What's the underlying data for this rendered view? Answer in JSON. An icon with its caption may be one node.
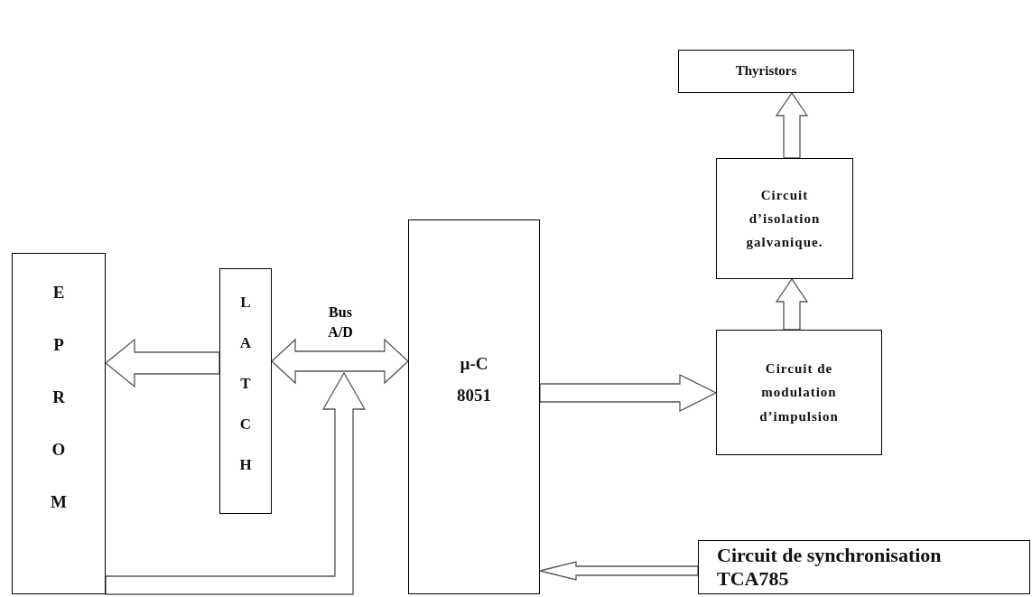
{
  "diagram": {
    "nodes": [
      {
        "text": [
          "EPROM"
        ]
      },
      {
        "text": [
          "LATCH"
        ]
      },
      {
        "text": [
          "µ-C 8051"
        ]
      },
      {
        "text": [
          "Thyristors"
        ]
      },
      {
        "text": [
          "Circuit d’isolation galvanique."
        ]
      },
      {
        "text": [
          "Circuit de modulation d’impulsion"
        ]
      },
      {
        "text": [
          "Circuit de synchronisation TCA785"
        ]
      }
    ],
    "edges": [
      {
        "from": 1,
        "to": 0,
        "arrow": "to"
      },
      {
        "from": 1,
        "to": 2,
        "arrow": "both",
        "label": "Bus A/D"
      },
      {
        "from": 0,
        "to": null,
        "arrow": "to"
      },
      {
        "from": 2,
        "to": 5,
        "arrow": "to"
      },
      {
        "from": 5,
        "to": 4,
        "arrow": "to"
      },
      {
        "from": 4,
        "to": 3,
        "arrow": "to"
      },
      {
        "from": 6,
        "to": 2,
        "arrow": "to"
      }
    ]
  }
}
